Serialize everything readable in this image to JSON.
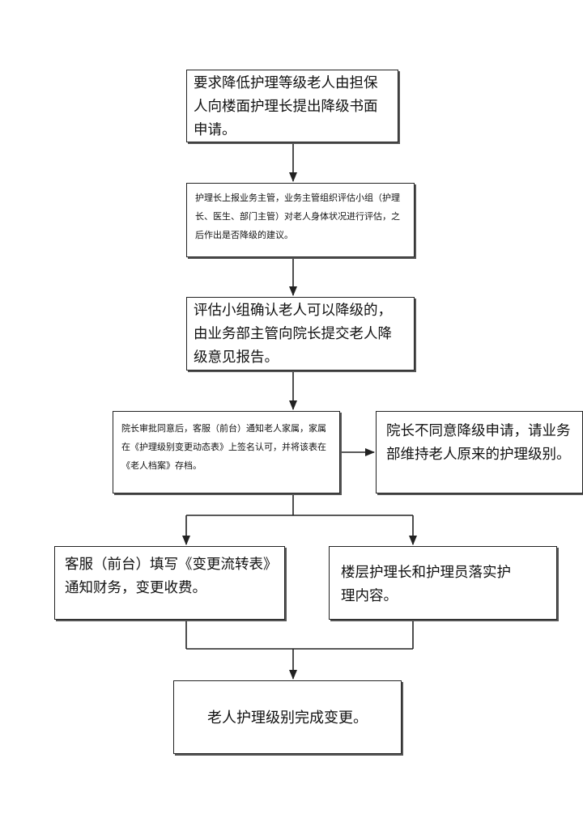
{
  "nodes": {
    "request": "要求降低护理等级老人由担保人向楼面护理长提出降级书面申请。",
    "assess": "护理长上报业务主管，业务主管组织评估小组（护理长、医生、部门主管）对老人身体状况进行评估，之后作出是否降级的建议。",
    "report": "评估小组确认老人可以降级的，由业务部主管向院长提交老人降级意见报告。",
    "approve": "院长审批同意后，客服（前台）通知老人家属，家属在《护理级别变更动态表》上签名认可，并将该表在《老人档案》存档。",
    "reject": "院长不同意降级申请，请业务部维持老人原来的护理级别。",
    "frontdesk": "客服（前台）填写《变更流转表》通知财务，变更收费。",
    "floor": "楼层护理长和护理员落实护理内容。",
    "done": "老人护理级别完成变更。"
  },
  "colors": {
    "line": "#222222",
    "border": "#222222",
    "background": "#ffffff"
  }
}
